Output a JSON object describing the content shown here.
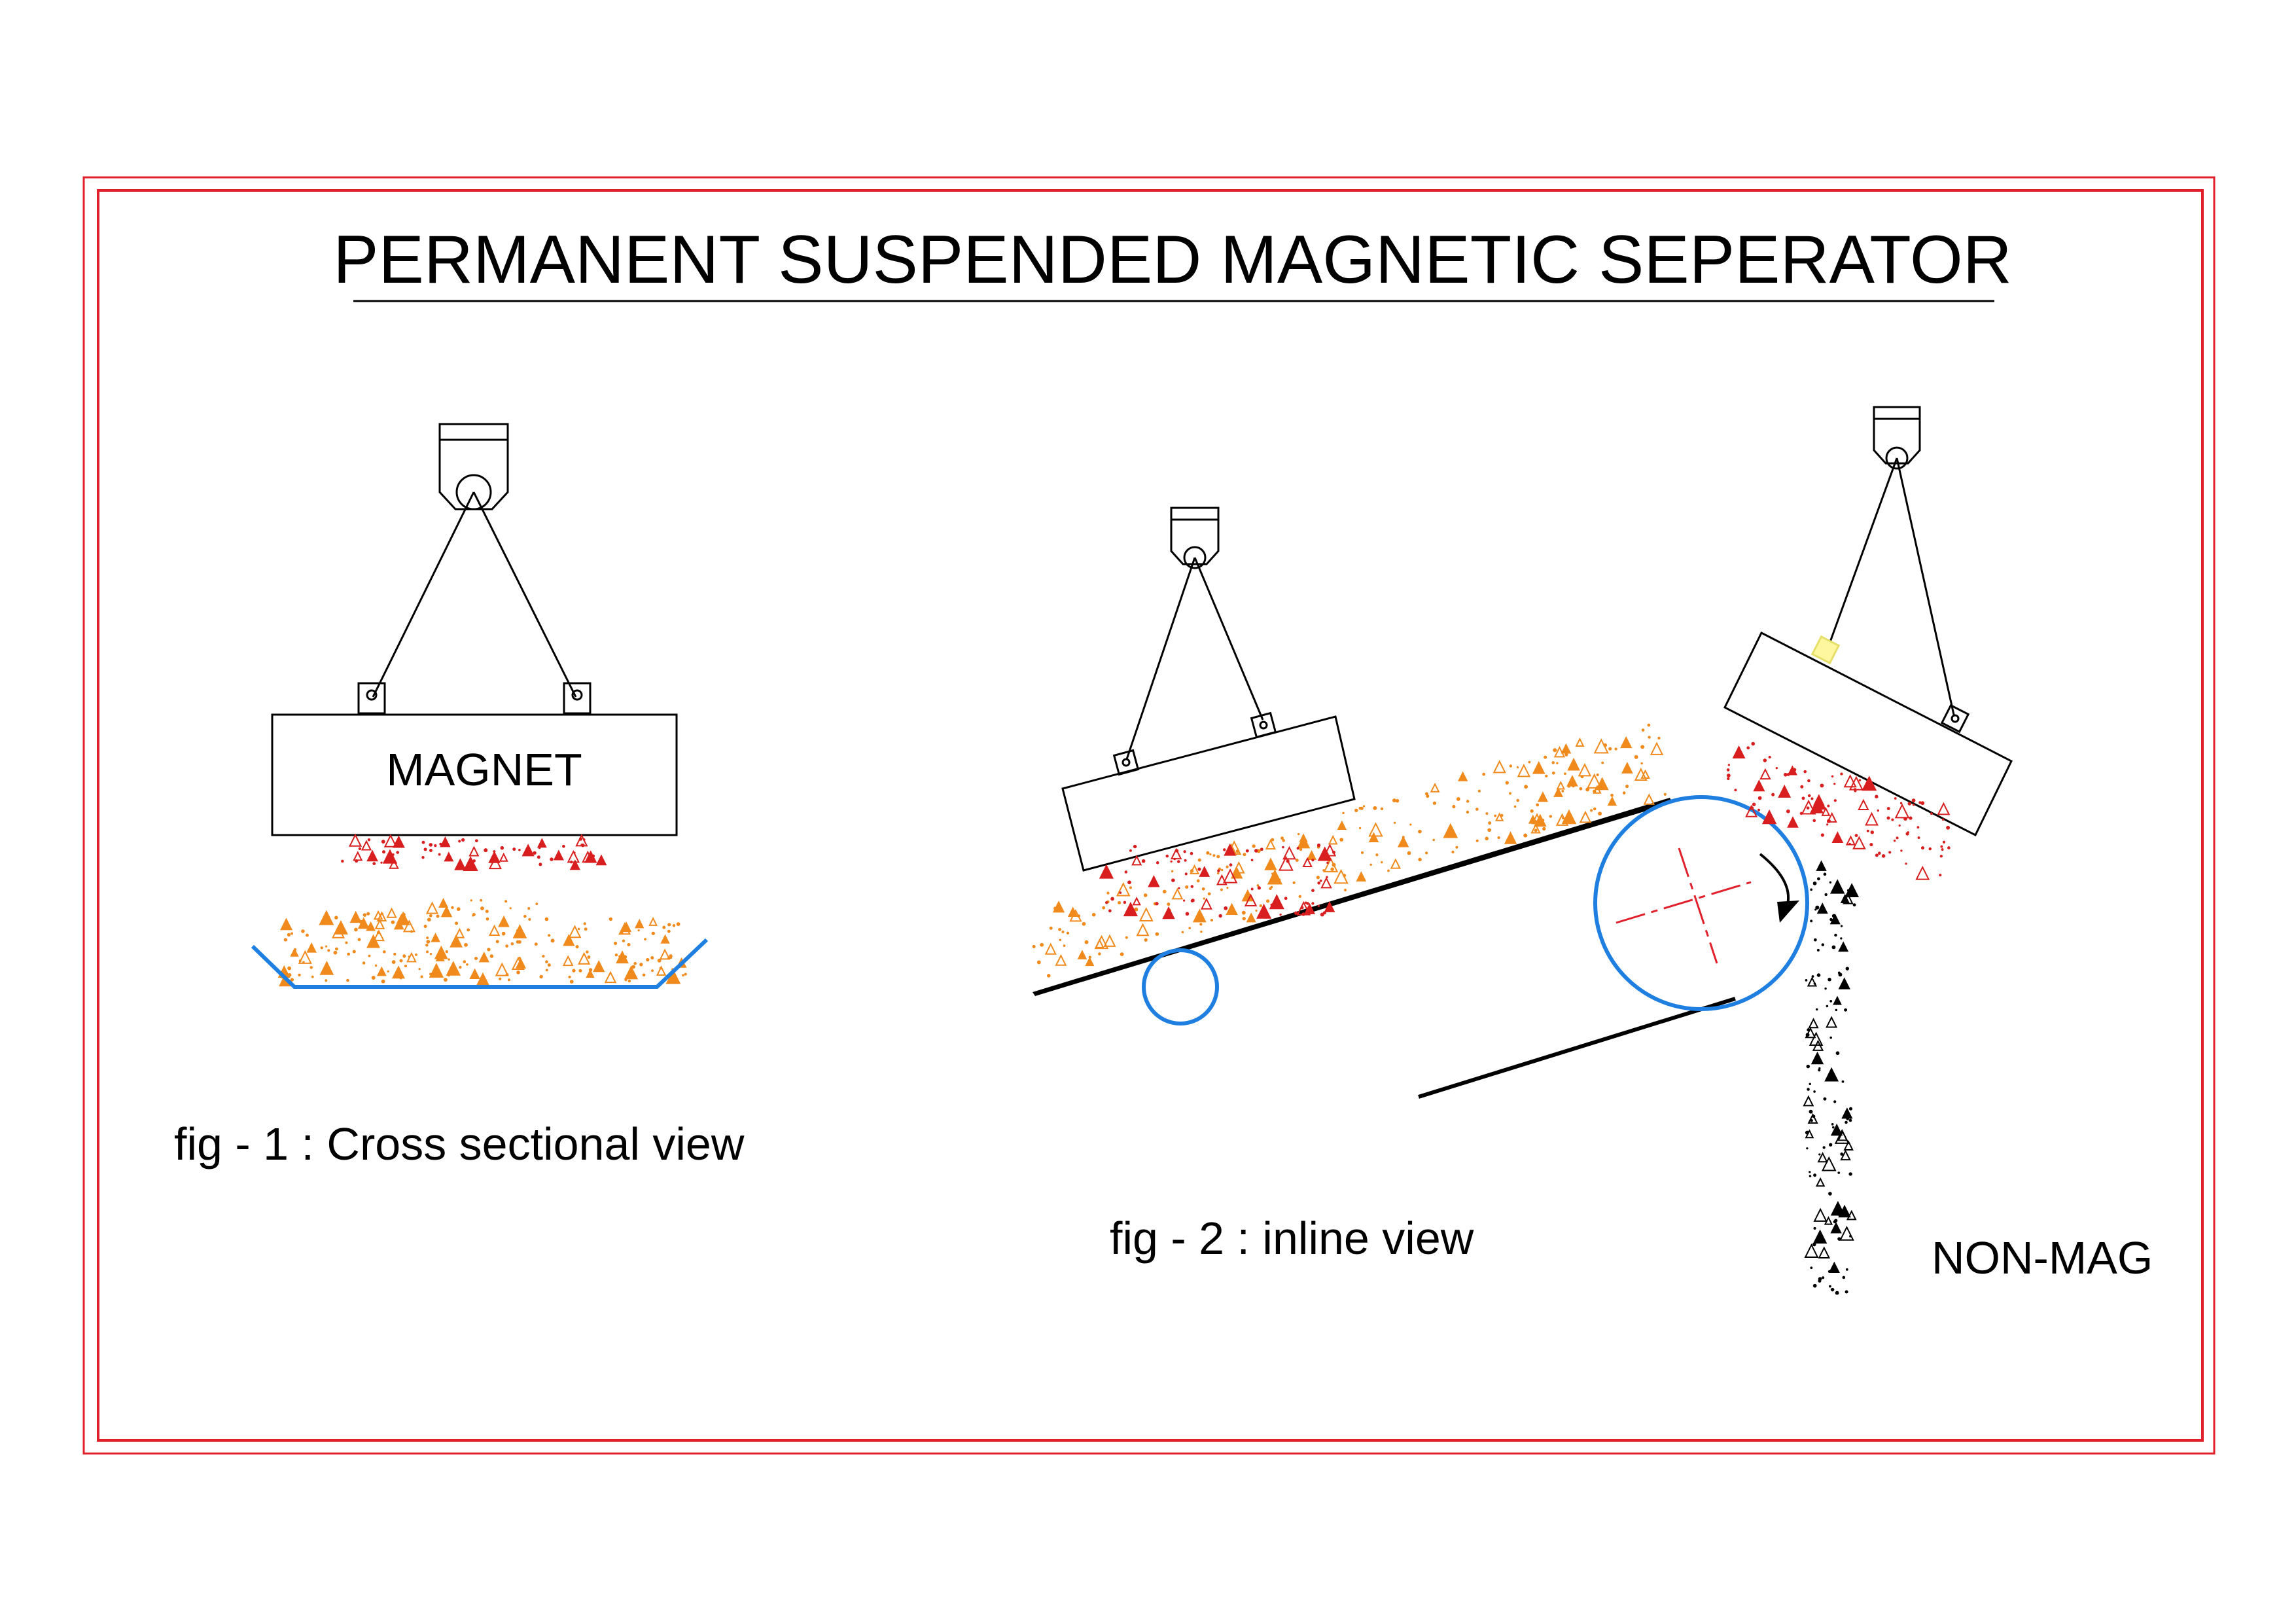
{
  "title": "PERMANENT SUSPENDED MAGNETIC SEPERATOR",
  "fig1": {
    "magnet_label": "MAGNET",
    "caption": "fig - 1 : Cross sectional view"
  },
  "fig2": {
    "caption": "fig - 2 : inline view",
    "non_mag_label": "NON-MAG"
  },
  "colors": {
    "border": "#e0202a",
    "belt": "#1e7fe0",
    "centerline": "#e0202a",
    "mag_particle": "#d81e1e",
    "feed_particle": "#f08a1c",
    "non_mag_particle": "#000000"
  }
}
